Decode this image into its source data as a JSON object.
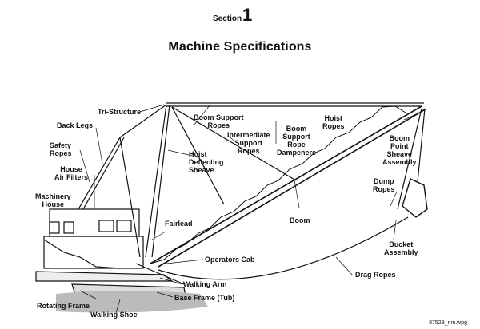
{
  "header": {
    "section_word": "Section",
    "section_number": "1",
    "title": "Machine Specifications"
  },
  "labels": {
    "tri_structure": "Tri-Structure",
    "boom_support_ropes": [
      "Boom Support",
      "Ropes"
    ],
    "hoist_ropes": [
      "Hoist",
      "Ropes"
    ],
    "back_legs": "Back Legs",
    "intermediate_support_ropes": [
      "Intermediate",
      "Support",
      "Ropes"
    ],
    "boom_support_rope_dampeners": [
      "Boom",
      "Support",
      "Rope",
      "Dampeners"
    ],
    "boom_point_sheave_assembly": [
      "Boom",
      "Point",
      "Sheave",
      "Assembly"
    ],
    "safety_ropes": [
      "Safety",
      "Ropes"
    ],
    "hoist_deflecting_sheave": [
      "Hoist",
      "Deflecting",
      "Sheave"
    ],
    "house_air_filters": [
      "House",
      "Air Filters"
    ],
    "dump_ropes": [
      "Dump",
      "Ropes"
    ],
    "machinery_house": [
      "Machinery",
      "House"
    ],
    "boom": "Boom",
    "fairlead": "Fairlead",
    "bucket_assembly": [
      "Bucket",
      "Assembly"
    ],
    "operators_cab": "Operators Cab",
    "drag_ropes": "Drag Ropes",
    "walking_arm": "Walking Arm",
    "base_frame": "Base Frame (Tub)",
    "rotating_frame": "Rotating Frame",
    "walking_shoe": "Walking Shoe"
  },
  "footer": {
    "filename": "87528_nm.wpg"
  }
}
